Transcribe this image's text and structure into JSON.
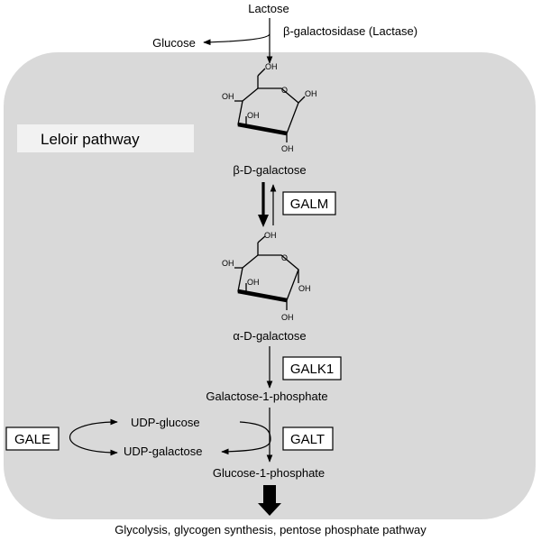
{
  "colors": {
    "panel_fill": "#d9d9d9",
    "label_box_fill": "#f2f2f2",
    "enzyme_box_fill": "#ffffff",
    "ink": "#000000"
  },
  "top": {
    "lactose": "Lactose",
    "glucose": "Glucose",
    "lactase": "β-galactosidase (Lactase)"
  },
  "pathway_title": "Leloir pathway",
  "molecules": {
    "beta_galactose": {
      "name": "β-D-galactose",
      "groups": {
        "oh_ch2": "OH",
        "oh_c4": "OH",
        "oh_c3": "OH",
        "oh_c2": "OH",
        "oh_c1": "OH",
        "ring_o": "O"
      }
    },
    "alpha_galactose": {
      "name": "α-D-galactose",
      "groups": {
        "oh_ch2": "OH",
        "oh_c4": "OH",
        "oh_c3": "OH",
        "oh_c2": "OH",
        "oh_c1": "OH",
        "ring_o": "O"
      }
    }
  },
  "enzymes": {
    "galm": "GALM",
    "galk1": "GALK1",
    "gale": "GALE",
    "galt": "GALT"
  },
  "metabolites": {
    "galactose_1_phosphate": "Galactose-1-phosphate",
    "udp_glucose": "UDP-glucose",
    "udp_galactose": "UDP-galactose",
    "glucose_1_phosphate": "Glucose-1-phosphate"
  },
  "outcome": "Glycolysis, glycogen synthesis, pentose phosphate pathway"
}
